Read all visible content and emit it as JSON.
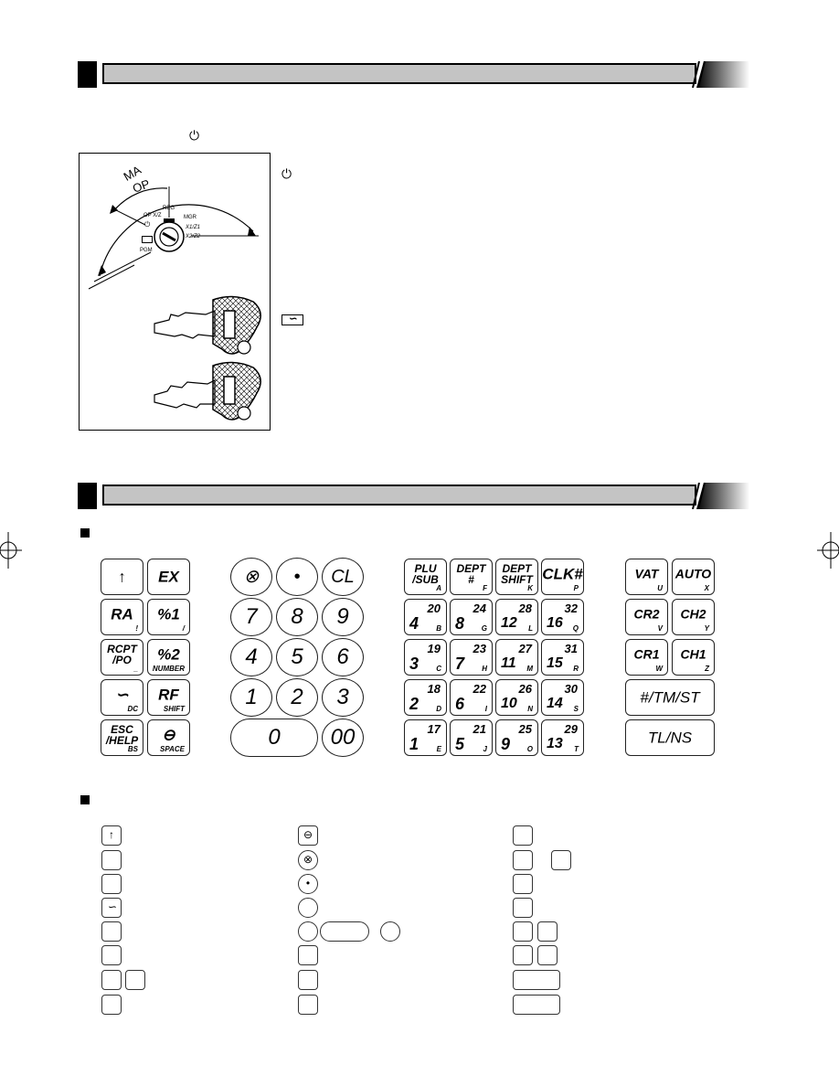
{
  "mode_switch": {
    "power_symbol": "⏻",
    "dial_labels": {
      "ma": "MA",
      "op": "OP",
      "op_xz": "OP X/Z",
      "reg": "REG",
      "mgr": "MGR",
      "x1z1": "X1/Z1",
      "x2z2": "X2/Z2",
      "pgm": "PGM",
      "off": "⏻"
    }
  },
  "keyboard": {
    "left_group": [
      {
        "main": "↑",
        "sub": ""
      },
      {
        "main": "EX",
        "sub": ""
      },
      {
        "main": "RA",
        "sub": "!"
      },
      {
        "main": "%1",
        "sub": "/"
      },
      {
        "main": "RCPT\n/PO",
        "sub": "_"
      },
      {
        "main": "%2",
        "sub": "NUMBER"
      },
      {
        "main": "∽",
        "sub": "DC"
      },
      {
        "main": "RF",
        "sub": "SHIFT"
      },
      {
        "main": "ESC\n/HELP",
        "sub": "BS"
      },
      {
        "main": "⊖",
        "sub": "SPACE"
      }
    ],
    "numeric_group": [
      "⊗",
      "•",
      "CL",
      "7",
      "8",
      "9",
      "4",
      "5",
      "6",
      "1",
      "2",
      "3",
      "0",
      "00"
    ],
    "dept_top": [
      {
        "main": "PLU\n/SUB",
        "sub": "A"
      },
      {
        "main": "DEPT\n#",
        "sub": "F"
      },
      {
        "main": "DEPT\nSHIFT",
        "sub": "K"
      },
      {
        "main": "CLK#",
        "sub": "P"
      }
    ],
    "dept_grid": [
      [
        {
          "top": "20",
          "big": "4",
          "sub": "B"
        },
        {
          "top": "24",
          "big": "8",
          "sub": "G"
        },
        {
          "top": "28",
          "big": "12",
          "sub": "L"
        },
        {
          "top": "32",
          "big": "16",
          "sub": "Q"
        }
      ],
      [
        {
          "top": "19",
          "big": "3",
          "sub": "C"
        },
        {
          "top": "23",
          "big": "7",
          "sub": "H"
        },
        {
          "top": "27",
          "big": "11",
          "sub": "M"
        },
        {
          "top": "31",
          "big": "15",
          "sub": "R"
        }
      ],
      [
        {
          "top": "18",
          "big": "2",
          "sub": "D"
        },
        {
          "top": "22",
          "big": "6",
          "sub": "I"
        },
        {
          "top": "26",
          "big": "10",
          "sub": "N"
        },
        {
          "top": "30",
          "big": "14",
          "sub": "S"
        }
      ],
      [
        {
          "top": "17",
          "big": "1",
          "sub": "E"
        },
        {
          "top": "21",
          "big": "5",
          "sub": "J"
        },
        {
          "top": "25",
          "big": "9",
          "sub": "O"
        },
        {
          "top": "29",
          "big": "13",
          "sub": "T"
        }
      ]
    ],
    "right_group": [
      {
        "main": "VAT",
        "sub": "U"
      },
      {
        "main": "AUTO",
        "sub": "X"
      },
      {
        "main": "CR2",
        "sub": "V"
      },
      {
        "main": "CH2",
        "sub": "Y"
      },
      {
        "main": "CR1",
        "sub": "W"
      },
      {
        "main": "CH1",
        "sub": "Z"
      }
    ],
    "wide_keys": [
      "#/TM/ST",
      "TL/NS"
    ]
  },
  "legend_icons": {
    "col1": [
      "↑",
      "∽"
    ],
    "col2": [
      "⊖",
      "⊗",
      "•"
    ]
  }
}
